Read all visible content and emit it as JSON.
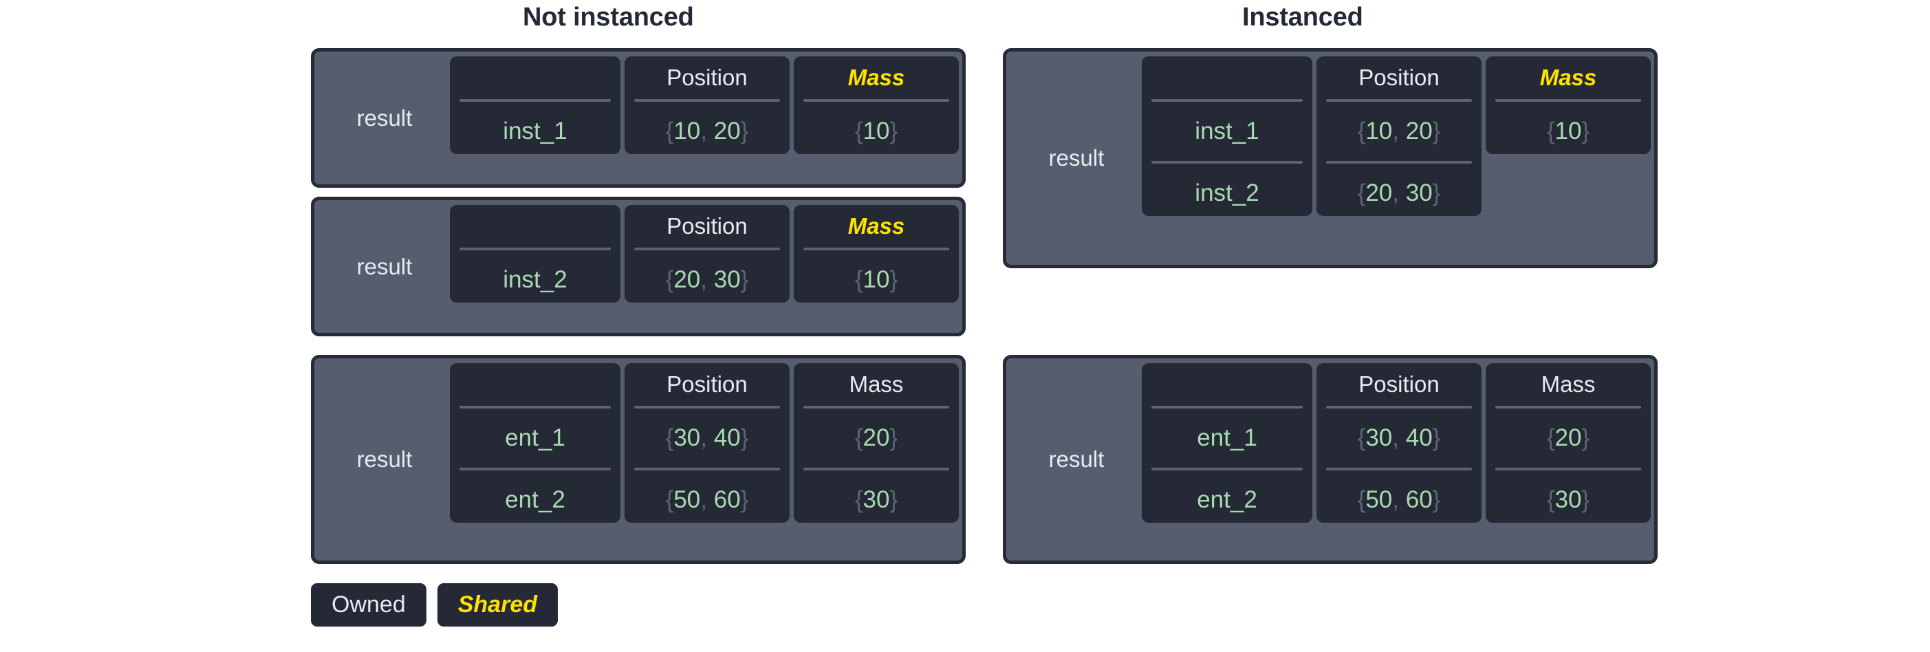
{
  "columns": {
    "left_title": "Not instanced",
    "right_title": "Instanced"
  },
  "labels": {
    "owner": "result",
    "header_name": "",
    "header_position": "Position",
    "header_mass": "Mass"
  },
  "legend": {
    "owned": "Owned",
    "shared": "Shared"
  },
  "colors": {
    "page_background": "#ffffff",
    "title_text": "#242935",
    "table_border": "#262b35",
    "table_fill": "#565d6e",
    "cell_fill": "#242935",
    "header_text": "#e8eaef",
    "shared_text": "#ffe200",
    "value_text": "#a8dbb0",
    "brace_text": "#5c6474",
    "rule": "#5b6270"
  },
  "not_instanced": {
    "tables": [
      {
        "owner": "result",
        "mass_shared": true,
        "mass_span": 1,
        "rows": [
          {
            "name": "inst_1",
            "position": "10, 20",
            "mass": "10"
          }
        ]
      },
      {
        "owner": "result",
        "mass_shared": true,
        "mass_span": 1,
        "rows": [
          {
            "name": "inst_2",
            "position": "20, 30",
            "mass": "10"
          }
        ]
      },
      {
        "owner": "result",
        "mass_shared": false,
        "mass_span": 2,
        "rows": [
          {
            "name": "ent_1",
            "position": "30, 40",
            "mass": "20"
          },
          {
            "name": "ent_2",
            "position": "50, 60",
            "mass": "30"
          }
        ]
      }
    ]
  },
  "instanced": {
    "tables": [
      {
        "owner": "result",
        "mass_shared": true,
        "mass_span": 1,
        "rows": [
          {
            "name": "inst_1",
            "position": "10, 20",
            "mass": "10"
          },
          {
            "name": "inst_2",
            "position": "20, 30",
            "mass": null
          }
        ]
      },
      {
        "owner": "result",
        "mass_shared": false,
        "mass_span": 2,
        "rows": [
          {
            "name": "ent_1",
            "position": "30, 40",
            "mass": "20"
          },
          {
            "name": "ent_2",
            "position": "50, 60",
            "mass": "30"
          }
        ]
      }
    ]
  }
}
